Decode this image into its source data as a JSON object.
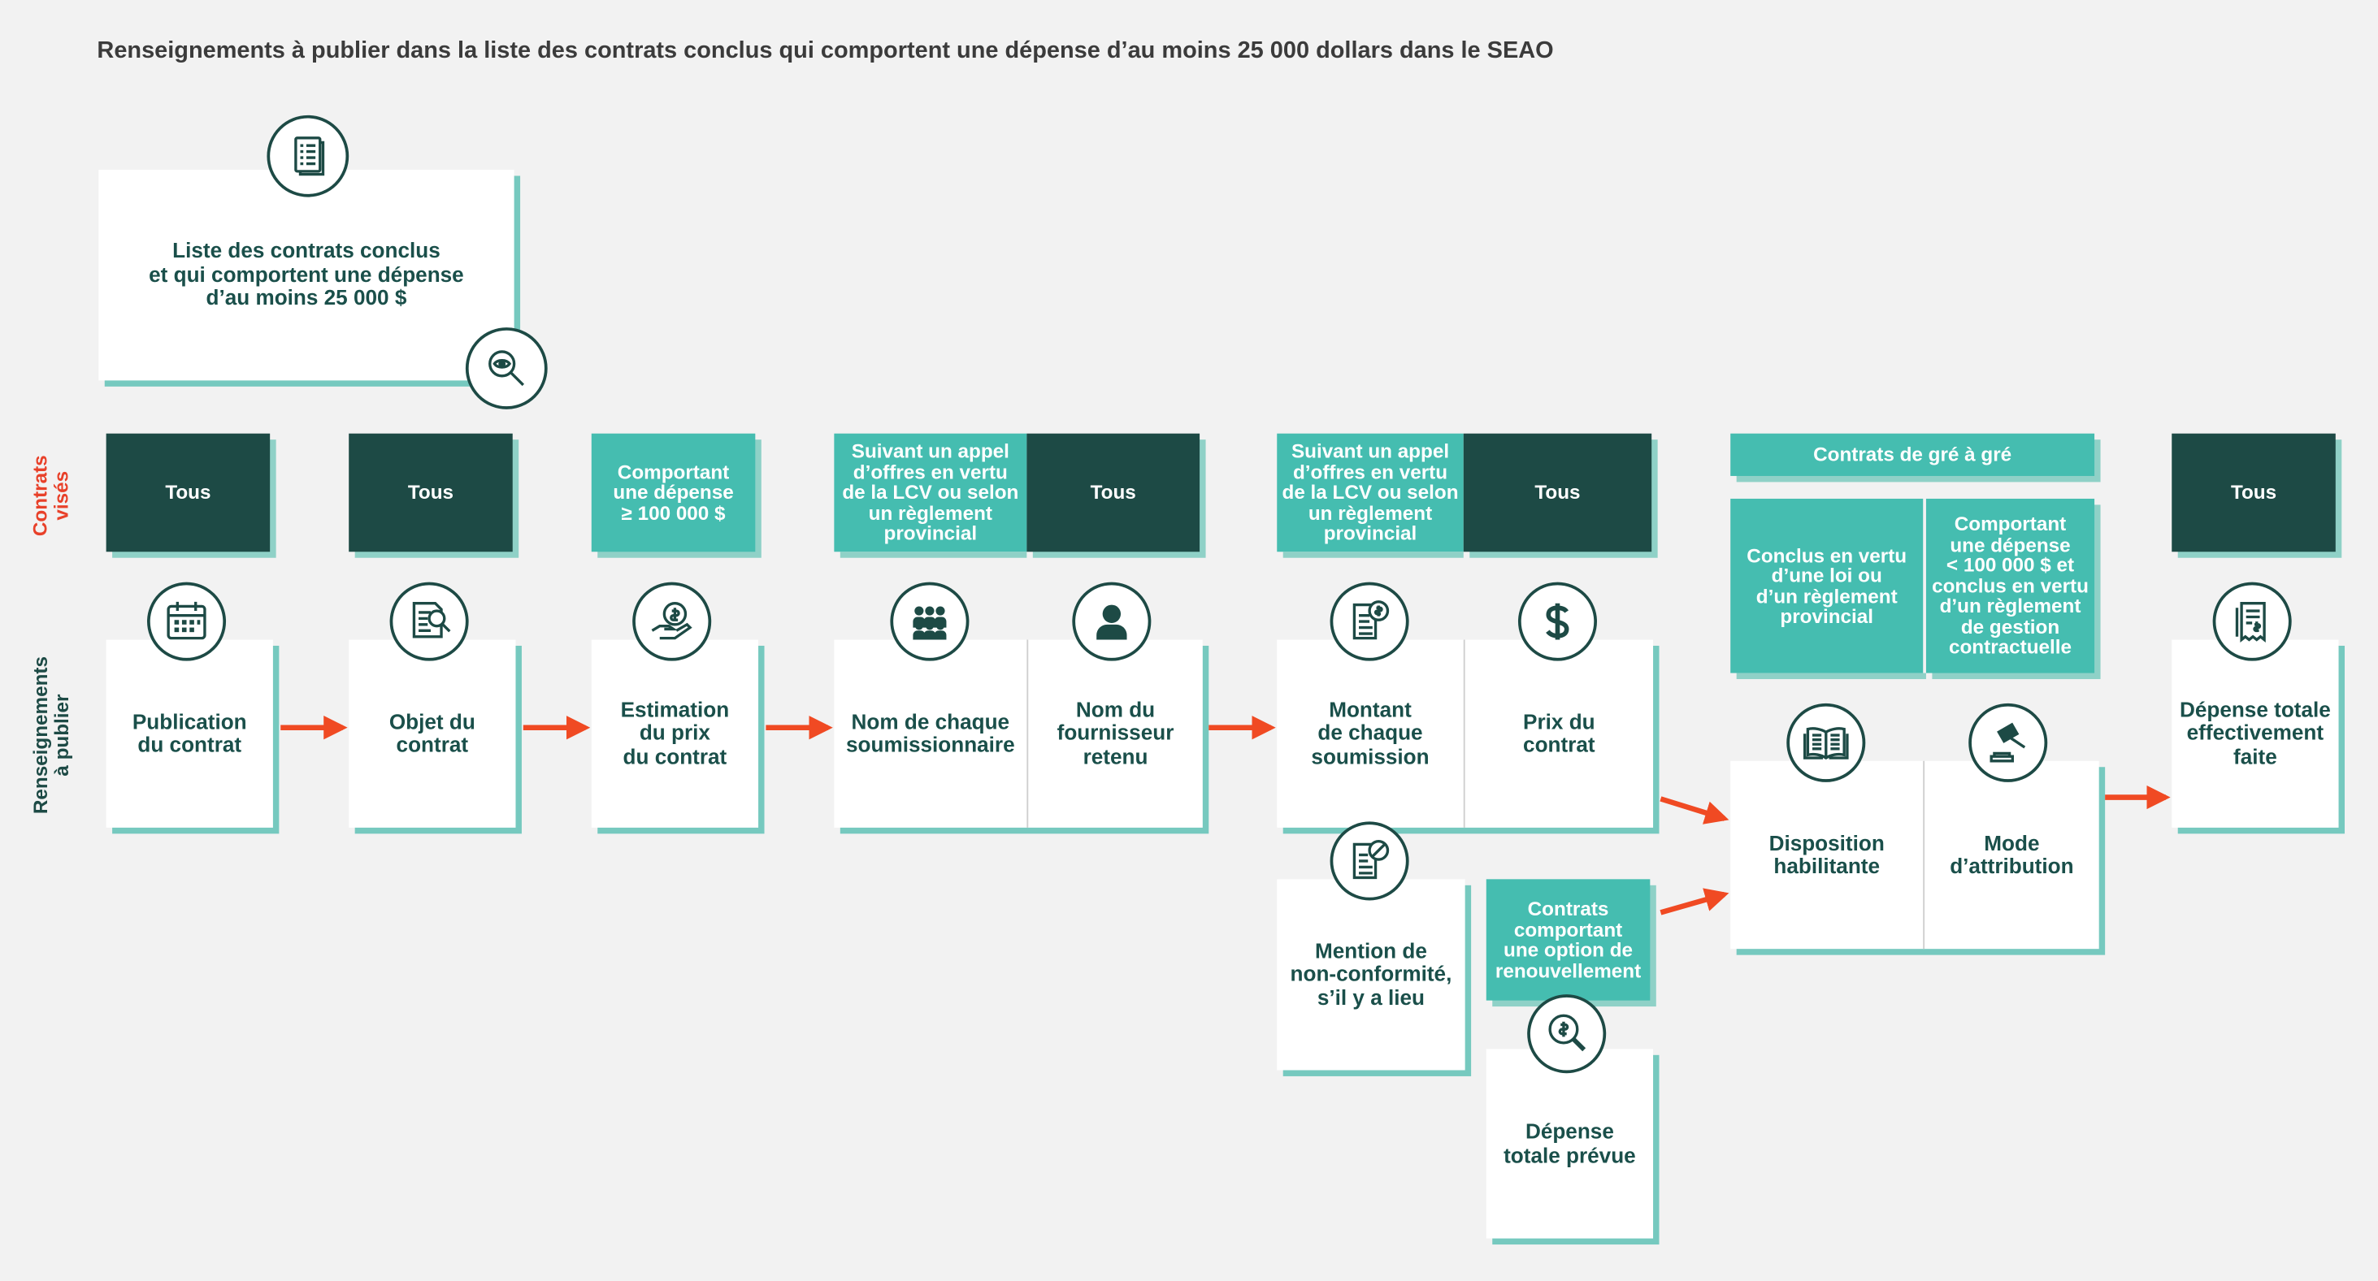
{
  "title": "Renseignements à publier dans la liste des contrats conclus qui comportent une dépense d’au moins 25 000 dollars dans le SEAO",
  "colors": {
    "dark": "#1d4a45",
    "teal": "#45bdb0",
    "shadow": "#76c9bf",
    "arrow": "#f04a23",
    "label_red": "#e8412a",
    "background": "#f2f2f2"
  },
  "main_box": {
    "label": "Liste des contrats conclus\net qui comportent une dépense\nd’au moins 25 000 $",
    "icon": "document-list-icon",
    "badge_icon": "magnifier-eye-icon"
  },
  "row_labels": {
    "contracts": "Contrats\nvisés",
    "info": "Renseignements\nà publier"
  },
  "headers": {
    "h1": "Tous",
    "h2": "Tous",
    "h3": "Comportant\nune dépense\n≥ 100 000 $",
    "h4a": "Suivant un appel\nd’offres en vertu\nde la LCV ou selon\nun règlement\nprovincial",
    "h4b": "Tous",
    "h5a": "Suivant un appel\nd’offres en vertu\nde la LCV ou selon\nun règlement\nprovincial",
    "h5b": "Tous",
    "h6": "Contrats de gré à gré",
    "h6a": "Conclus en vertu\nd’une loi ou\nd’un règlement\nprovincial",
    "h6b": "Comportant\nune dépense\n< 100 000 $ et\nconclus en vertu\nd’un règlement\nde gestion\ncontractuelle",
    "h7": "Tous",
    "renew": "Contrats\ncomportant\nune option de\nrenouvellement"
  },
  "cards": {
    "c1": "Publication\ndu contrat",
    "c2": "Objet du\ncontrat",
    "c3": "Estimation\ndu prix\ndu contrat",
    "c4a": "Nom de chaque\nsoumissionnaire",
    "c4b": "Nom du\nfournisseur\nretenu",
    "c5a": "Montant\nde chaque\nsoumission",
    "c5b": "Prix du\ncontrat",
    "c5c": "Mention de\nnon-conformité,\ns’il y a lieu",
    "c5d": "Dépense\ntotale prévue",
    "c6a": "Disposition\nhabilitante",
    "c6b": "Mode\nd’attribution",
    "c7": "Dépense totale\neffectivement\nfaite"
  },
  "icons": {
    "c1": "calendar-icon",
    "c2": "document-search-icon",
    "c3": "hand-dollar-icon",
    "c4a": "group-icon",
    "c4b": "person-icon",
    "c5a": "document-dollar-icon",
    "c5b": "dollar-icon",
    "c5c": "document-forbidden-icon",
    "c5d": "search-dollar-icon",
    "c6a": "open-book-icon",
    "c6b": "gavel-icon",
    "c7": "receipt-icon"
  }
}
